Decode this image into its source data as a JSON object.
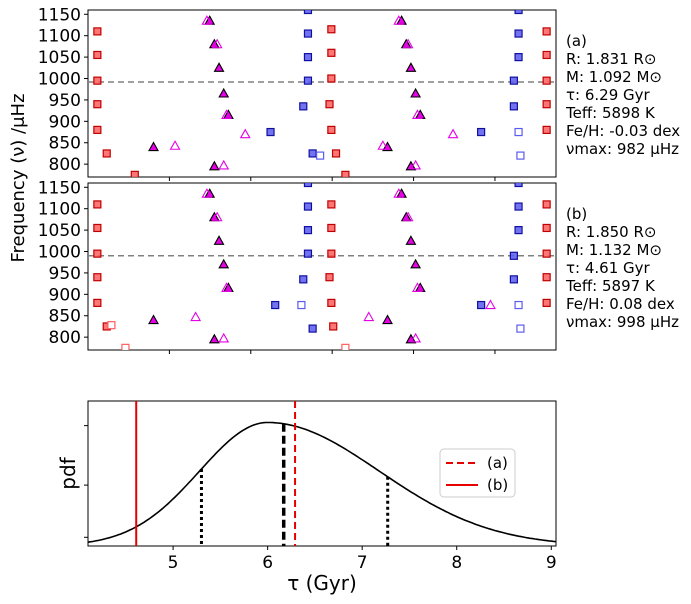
{
  "colors": {
    "red": "#ff5e5e",
    "blue": "#5b5bf0",
    "magenta": "#e600e6",
    "green_fill": "#7a0f7a"
  },
  "shared_ylabel": "Frequency (ν) /μHz",
  "chart_data": [
    {
      "type": "scatter",
      "panel": "a",
      "title": "",
      "ylim": [
        770,
        1160
      ],
      "yticks": [
        800,
        850,
        900,
        950,
        1000,
        1050,
        1100,
        1150
      ],
      "hline": 992,
      "annotation": [
        "(a)",
        "R: 1.831 R⊙",
        "M: 1.092 M⊙",
        "τ: 6.29 Gyr",
        "Teff: 5898 K",
        "Fe/H: -0.03 dex",
        "νmax: 982 μHz"
      ],
      "series": [
        {
          "marker": "square",
          "color": "red",
          "filled": true,
          "points": [
            [
              0.1,
              1110
            ],
            [
              0.1,
              1055
            ],
            [
              0.1,
              995
            ],
            [
              0.1,
              940
            ],
            [
              0.1,
              880
            ],
            [
              0.2,
              825
            ],
            [
              0.5,
              775
            ],
            [
              2.6,
              1115
            ],
            [
              2.6,
              1060
            ],
            [
              2.6,
              1000
            ],
            [
              2.58,
              940
            ],
            [
              2.6,
              880
            ],
            [
              2.65,
              825
            ],
            [
              2.75,
              775
            ],
            [
              4.9,
              1110
            ],
            [
              4.9,
              1055
            ],
            [
              4.9,
              995
            ],
            [
              4.9,
              940
            ],
            [
              4.9,
              880
            ]
          ]
        },
        {
          "marker": "square",
          "color": "blue",
          "filled": true,
          "points": [
            [
              2.35,
              1160
            ],
            [
              2.35,
              1105
            ],
            [
              2.35,
              1050
            ],
            [
              2.35,
              995
            ],
            [
              2.3,
              935
            ],
            [
              2.4,
              825
            ],
            [
              4.6,
              1160
            ],
            [
              4.6,
              1105
            ],
            [
              4.6,
              1050
            ],
            [
              4.55,
              995
            ],
            [
              4.55,
              935
            ],
            [
              4.2,
              875
            ],
            [
              1.95,
              875
            ]
          ]
        },
        {
          "marker": "square",
          "color": "blue",
          "filled": false,
          "points": [
            [
              2.48,
              820
            ],
            [
              4.6,
              875
            ],
            [
              4.62,
              820
            ]
          ]
        },
        {
          "marker": "triangle",
          "color": "magenta",
          "filled": true,
          "points": [
            [
              1.3,
              1135
            ],
            [
              1.35,
              1080
            ],
            [
              1.4,
              1025
            ],
            [
              1.45,
              965
            ],
            [
              1.5,
              915
            ],
            [
              1.35,
              795
            ],
            [
              0.7,
              840
            ],
            [
              3.35,
              1135
            ],
            [
              3.4,
              1080
            ],
            [
              3.45,
              1025
            ],
            [
              3.5,
              965
            ],
            [
              3.55,
              915
            ],
            [
              3.45,
              795
            ],
            [
              3.2,
              840
            ]
          ]
        },
        {
          "marker": "triangle",
          "color": "magenta",
          "filled": false,
          "points": [
            [
              1.27,
              1135
            ],
            [
              1.38,
              1080
            ],
            [
              1.48,
              915
            ],
            [
              1.68,
              870
            ],
            [
              0.93,
              843
            ],
            [
              1.45,
              797
            ],
            [
              3.32,
              1135
            ],
            [
              3.42,
              1080
            ],
            [
              3.52,
              915
            ],
            [
              3.9,
              870
            ],
            [
              3.5,
              797
            ],
            [
              3.15,
              843
            ]
          ]
        }
      ]
    },
    {
      "type": "scatter",
      "panel": "b",
      "title": "",
      "ylim": [
        770,
        1160
      ],
      "yticks": [
        800,
        850,
        900,
        950,
        1000,
        1050,
        1100,
        1150
      ],
      "hline": 990,
      "annotation": [
        "(b)",
        "R: 1.850 R⊙",
        "M: 1.132 M⊙",
        "τ: 4.61 Gyr",
        "Teff: 5897 K",
        "Fe/H: 0.08 dex",
        "νmax: 998 μHz"
      ],
      "series": [
        {
          "marker": "square",
          "color": "red",
          "filled": true,
          "points": [
            [
              0.1,
              1110
            ],
            [
              0.1,
              1055
            ],
            [
              0.1,
              995
            ],
            [
              0.1,
              940
            ],
            [
              0.1,
              880
            ],
            [
              0.2,
              825
            ],
            [
              2.6,
              1110
            ],
            [
              2.6,
              1055
            ],
            [
              2.6,
              995
            ],
            [
              2.58,
              940
            ],
            [
              2.6,
              880
            ],
            [
              2.62,
              825
            ],
            [
              4.9,
              1110
            ],
            [
              4.9,
              1055
            ],
            [
              4.9,
              995
            ],
            [
              4.9,
              940
            ],
            [
              4.9,
              880
            ]
          ]
        },
        {
          "marker": "square",
          "color": "red",
          "filled": false,
          "points": [
            [
              0.4,
              775
            ],
            [
              2.75,
              775
            ],
            [
              0.25,
              828
            ]
          ]
        },
        {
          "marker": "square",
          "color": "blue",
          "filled": true,
          "points": [
            [
              2.35,
              1160
            ],
            [
              2.35,
              1105
            ],
            [
              2.35,
              1050
            ],
            [
              2.35,
              995
            ],
            [
              2.3,
              935
            ],
            [
              2.4,
              820
            ],
            [
              4.6,
              1160
            ],
            [
              4.6,
              1105
            ],
            [
              4.6,
              1050
            ],
            [
              4.55,
              990
            ],
            [
              4.55,
              935
            ],
            [
              4.2,
              875
            ],
            [
              2.0,
              875
            ]
          ]
        },
        {
          "marker": "square",
          "color": "blue",
          "filled": false,
          "points": [
            [
              2.28,
              875
            ],
            [
              4.6,
              875
            ],
            [
              4.62,
              820
            ]
          ]
        },
        {
          "marker": "triangle",
          "color": "magenta",
          "filled": true,
          "points": [
            [
              1.3,
              1135
            ],
            [
              1.35,
              1080
            ],
            [
              1.4,
              1025
            ],
            [
              1.45,
              970
            ],
            [
              1.5,
              915
            ],
            [
              1.35,
              795
            ],
            [
              0.7,
              840
            ],
            [
              3.35,
              1135
            ],
            [
              3.4,
              1080
            ],
            [
              3.45,
              1025
            ],
            [
              3.5,
              970
            ],
            [
              3.55,
              915
            ],
            [
              3.45,
              795
            ],
            [
              3.2,
              840
            ]
          ]
        },
        {
          "marker": "triangle",
          "color": "magenta",
          "filled": false,
          "points": [
            [
              1.27,
              1135
            ],
            [
              1.38,
              1080
            ],
            [
              1.48,
              915
            ],
            [
              1.15,
              847
            ],
            [
              1.45,
              797
            ],
            [
              3.32,
              1135
            ],
            [
              3.42,
              1080
            ],
            [
              3.52,
              915
            ],
            [
              3.0,
              847
            ],
            [
              3.5,
              797
            ],
            [
              4.3,
              875
            ]
          ]
        }
      ]
    },
    {
      "type": "line",
      "panel": "pdf",
      "xlabel": "τ (Gyr)",
      "ylabel": "pdf",
      "xlim": [
        4.1,
        9.05
      ],
      "xticks": [
        5,
        6,
        7,
        8,
        9
      ],
      "ylim": [
        0,
        1.08
      ],
      "curve": {
        "mode": 6.0,
        "sigma_left": 0.72,
        "sigma_right": 1.18
      },
      "vlines": [
        {
          "x": 5.3,
          "style": "dotted",
          "color": "#000000"
        },
        {
          "x": 6.17,
          "style": "dashed",
          "color": "#000000"
        },
        {
          "x": 7.27,
          "style": "dotted",
          "color": "#000000"
        },
        {
          "x": 6.29,
          "style": "dashed",
          "color": "#e60000"
        },
        {
          "x": 4.61,
          "style": "solid",
          "color": "#e60000"
        }
      ],
      "legend": {
        "position": "right",
        "entries": [
          {
            "label": "(a)",
            "style": "dashed",
            "color": "#e60000"
          },
          {
            "label": "(b)",
            "style": "solid",
            "color": "#e60000"
          }
        ]
      }
    }
  ]
}
